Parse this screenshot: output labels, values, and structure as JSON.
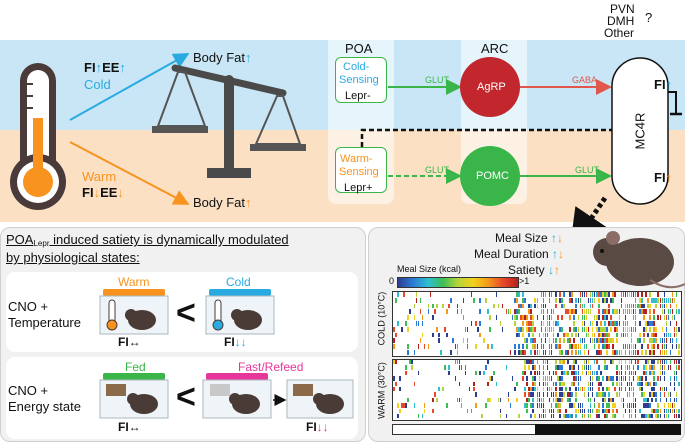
{
  "top_diagram": {
    "corner_labels": {
      "line1": "PVN",
      "line2": "DMH",
      "q": "?",
      "line3": "Other"
    },
    "cold": {
      "label": "Cold",
      "fi": "FI",
      "ee": "EE",
      "arrow": "↑"
    },
    "warm": {
      "label": "Warm",
      "fi": "FI",
      "ee": "EE",
      "arrow": "↓"
    },
    "body_fat_top": "Body Fat",
    "body_fat_bottom": "Body Fat",
    "poa": {
      "title": "POA",
      "cold_sensing_1": "Cold-",
      "cold_sensing_2": "Sensing",
      "lepr_minus": "Lepr-",
      "warm_sensing_1": "Warm-",
      "warm_sensing_2": "Sensing",
      "lepr_plus": "Lepr+"
    },
    "arc": {
      "title": "ARC",
      "agrp": "AgRP",
      "pomc": "POMC"
    },
    "mc4r": "MC4R",
    "edges": {
      "glut1": "GLUT",
      "glut2": "GLUT",
      "glut3": "GLUT",
      "gaba": "GABA"
    },
    "fi_top": "FI",
    "fi_bottom": "FI",
    "colors": {
      "sky": "#c8e6f5",
      "peach": "#fbe0c4",
      "blue": "#29abe2",
      "orange": "#f7931e",
      "green": "#39b54a",
      "red": "#c1272d",
      "gaba_red": "#e2574c"
    }
  },
  "left_panel": {
    "title_prefix": "POA",
    "title_sup": "Lepr",
    "title_line1_rest": " induced satiety is dynamically modulated",
    "title_line2": "by physiological states:",
    "row1": {
      "label1": "CNO +",
      "label2": "Temperature",
      "warm": "Warm",
      "cold": "Cold",
      "less_than": "<",
      "fi_a": "FI",
      "fi_a_sym": "↔",
      "fi_b": "FI",
      "fi_b_sym": "↓↓"
    },
    "row2": {
      "label1": "CNO +",
      "label2": "Energy state",
      "fed": "Fed",
      "fast_refeed": "Fast/Refeed",
      "less_than": "<",
      "fi_a": "FI",
      "fi_a_sym": "↔",
      "fi_b": "FI",
      "fi_b_sym": "↓↓"
    }
  },
  "right_panel": {
    "meal_size": "Meal Size",
    "meal_duration": "Meal Duration",
    "satiety": "Satiety",
    "colorbar_title": "Meal Size (kcal)",
    "colorbar_min": "0",
    "colorbar_max": ">1",
    "cold_axis": "COLD (10°C)",
    "warm_axis": "WARM (30°C)"
  }
}
